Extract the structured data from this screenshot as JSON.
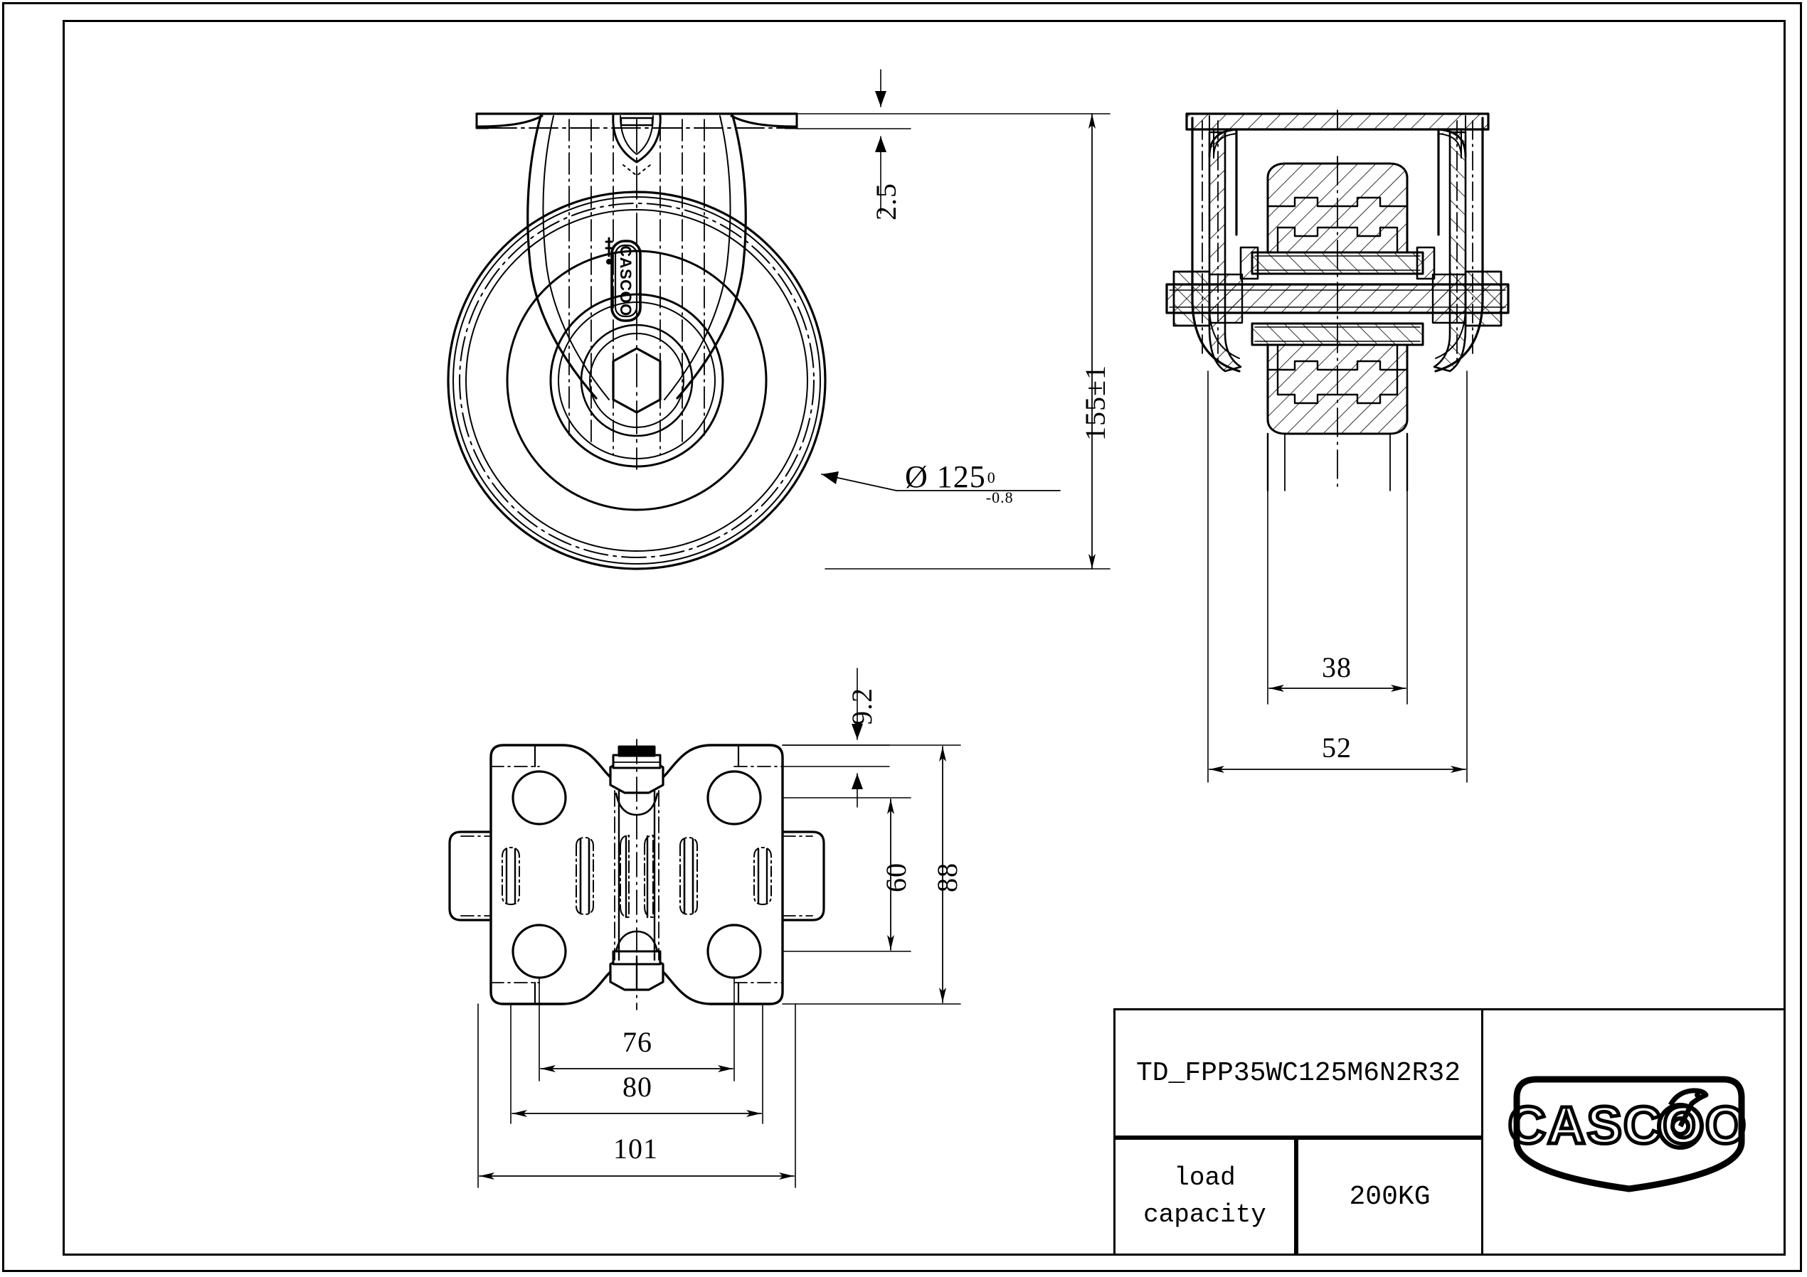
{
  "drawing": {
    "kind": "engineering-drawing",
    "subject": "rigid caster assembly",
    "views": [
      "front elevation",
      "side section",
      "top plan"
    ]
  },
  "dimensions": {
    "plate_thickness": "2.5",
    "overall_height": "155±1",
    "wheel_diameter_symbol": "Ø",
    "wheel_diameter": "125",
    "wheel_tol_upper": "0",
    "wheel_tol_lower": "-0.8",
    "wheel_tread_width": "38",
    "fork_width": "52",
    "plate_offset": "9.2",
    "bolt_spacing_short": "60",
    "plate_width": "88",
    "bolt_spacing_long": "76",
    "bolt_hole_span": "80",
    "plate_length": "101"
  },
  "title_block": {
    "part_number": "TD_FPP35WC125M6N2R32",
    "load_label_line1": "load",
    "load_label_line2": "capacity",
    "load_value": "200KG",
    "brand": "CASCOO"
  },
  "labels": {
    "fork_brand": "CASCOO"
  },
  "colors": {
    "line": "#000000",
    "background": "#ffffff"
  }
}
